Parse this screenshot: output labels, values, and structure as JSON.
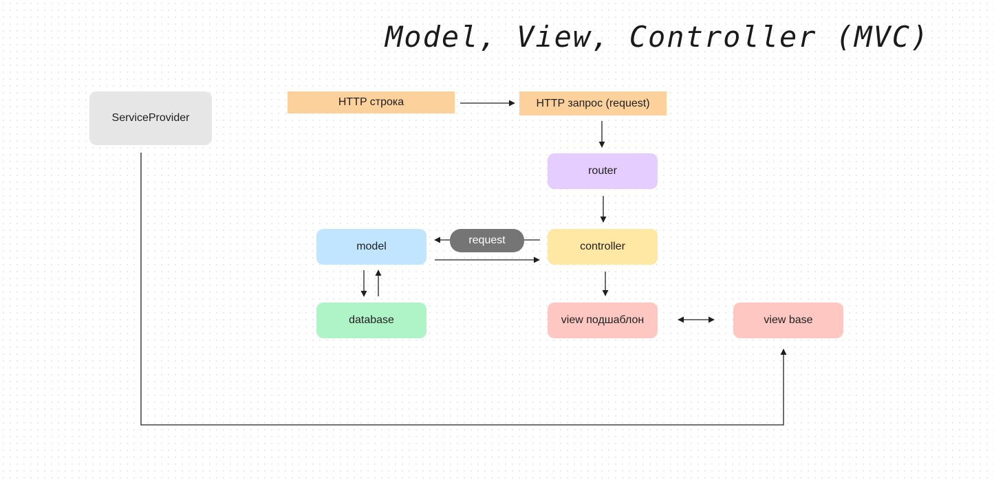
{
  "title": "Model, View, Controller (MVC)",
  "nodes": {
    "service_provider": {
      "label": "ServiceProvider",
      "color": "#e6e6e6"
    },
    "http_string": {
      "label": "HTTP строка",
      "color": "#fcd19c"
    },
    "http_request": {
      "label": "HTTP запрос (request)",
      "color": "#fcd19c"
    },
    "router": {
      "label": "router",
      "color": "#e5cdff"
    },
    "controller": {
      "label": "controller",
      "color": "#ffe8a3"
    },
    "model": {
      "label": "model",
      "color": "#c2e5ff"
    },
    "database": {
      "label": "database",
      "color": "#aff4c6"
    },
    "view_subtemplate": {
      "label": "view подшаблон",
      "color": "#ffc7c2"
    },
    "view_base": {
      "label": "view base",
      "color": "#ffc7c2"
    },
    "request_pill": {
      "label": "request",
      "color": "#757575"
    }
  }
}
